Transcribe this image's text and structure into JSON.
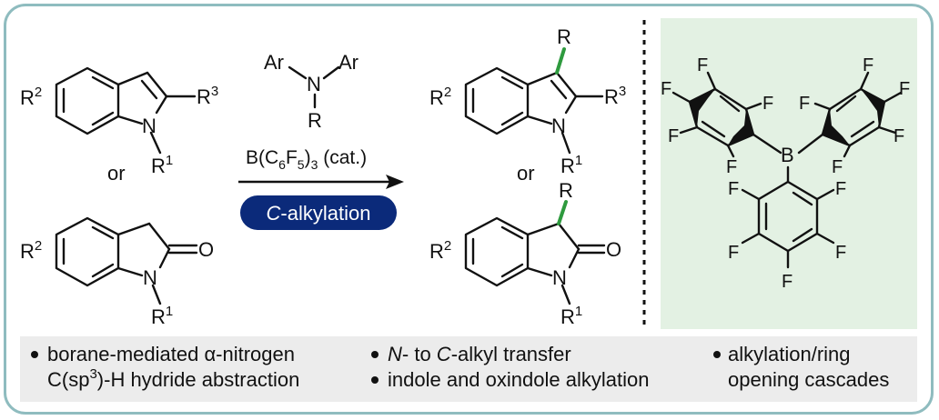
{
  "colors": {
    "frame": "#8fbcbf",
    "panel": "#e3f1e3",
    "bullet_box": "#ececec",
    "pill": "#0b2a7a",
    "new_bond": "#2e9a3e"
  },
  "reactant_indole": {
    "r2": "R",
    "r2_sup": "2",
    "r3": "R",
    "r3_sup": "3",
    "n": "N",
    "r1": "R",
    "r1_sup": "1"
  },
  "or_left": "or",
  "reactant_oxindole": {
    "r2": "R",
    "r2_sup": "2",
    "o": "O",
    "n": "N",
    "r1": "R",
    "r1_sup": "1"
  },
  "reagent_amine": {
    "ar_left": "Ar",
    "ar_right": "Ar",
    "n": "N",
    "r": "R"
  },
  "catalyst": {
    "b": "B(C",
    "sub6": "6",
    "f": "F",
    "sub5": "5",
    "close": ")",
    "sub3": "3",
    "cat": " (cat.)"
  },
  "pill": {
    "c": "C",
    "rest": "-alkylation"
  },
  "product_indole": {
    "r": "R",
    "r2": "R",
    "r2_sup": "2",
    "r3": "R",
    "r3_sup": "3",
    "n": "N",
    "r1": "R",
    "r1_sup": "1"
  },
  "or_right": "or",
  "product_oxindole": {
    "r": "R",
    "r2": "R",
    "r2_sup": "2",
    "o": "O",
    "n": "N",
    "r1": "R",
    "r1_sup": "1"
  },
  "borane": {
    "b": "B",
    "f": "F"
  },
  "bullets": {
    "b1_l1a": "borane-mediated ",
    "b1_alpha": "α",
    "b1_l1b": "-nitrogen",
    "b1_l2a": "C(sp",
    "b1_sup": "3",
    "b1_l2b": ")-H hydride abstraction",
    "b2_n": "N",
    "b2_mid": "- to ",
    "b2_c": "C",
    "b2_end": "-alkyl transfer",
    "b3": "indole and oxindole alkylation",
    "b4_l1": "alkylation/ring",
    "b4_l2": "opening cascades"
  }
}
